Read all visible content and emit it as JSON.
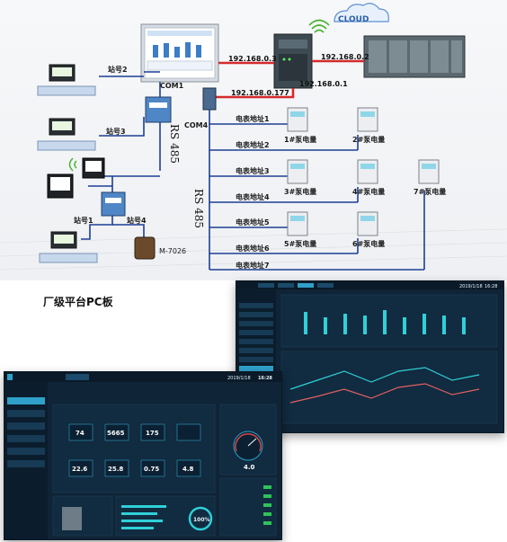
{
  "topology": {
    "cloud_label": "CLOUD",
    "ip_panel": "192.168.0.3",
    "ip_gateway": "192.168.0.1",
    "ip_plc": "192.168.0.2",
    "ip_com4": "192.168.0.177",
    "com1_label": "COM1",
    "com4_label": "COM4",
    "rs485_a": "RS 485",
    "rs485_b": "RS 485",
    "stations": [
      "站号2",
      "站号3",
      "站号1",
      "站号4"
    ],
    "meter_addresses": [
      "电表地址1",
      "电表地址2",
      "电表地址3",
      "电表地址4",
      "电表地址5",
      "电表地址6",
      "电表地址7"
    ],
    "pump_meters": [
      "1#泵电量",
      "2#泵电量",
      "3#泵电量",
      "4#泵电量",
      "5#泵电量",
      "6#泵电量",
      "7#泵电量"
    ],
    "module_label": "M-7026"
  },
  "pc_caption": "厂级平台PC板",
  "dashboard_front": {
    "date": "2019/1/18",
    "time": "16:28",
    "readings": [
      "74",
      "5665",
      "175",
      "22.6",
      "25.8",
      "0.75",
      "4.8"
    ],
    "gauge_value": "4.0",
    "percent": "100%"
  },
  "dashboard_back": {
    "date": "2019/1/18",
    "time": "16:28"
  },
  "colors": {
    "bus_blue": "#1d3f93",
    "ethernet_red": "#d42a2a",
    "dashboard_bg": "#0f2436",
    "accent_cyan": "#2fd0d8"
  }
}
